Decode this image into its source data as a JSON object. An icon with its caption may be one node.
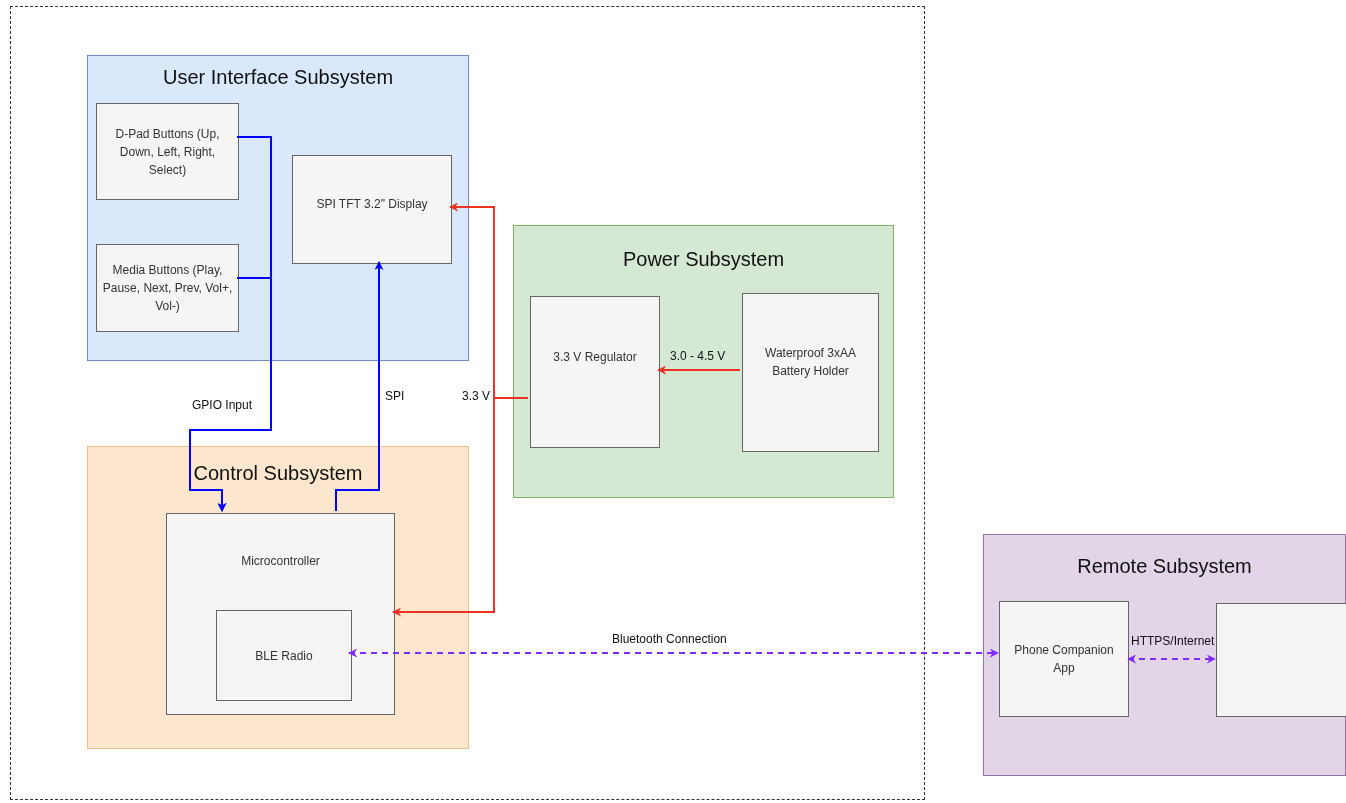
{
  "diagram": {
    "nodes": [
      {
        "text": [],
        "shape": "box"
      },
      {
        "text": [
          "User Interface Subsystem"
        ],
        "in": 0
      },
      {
        "text": [
          "D-Pad Buttons (Up, Down, Left, Right, Select)"
        ],
        "in": 1
      },
      {
        "text": [
          "Media Buttons (Play, Pause, Next, Prev, Vol+, Vol-)"
        ],
        "in": 1
      },
      {
        "text": [
          "SPI TFT 3.2\" Display"
        ],
        "in": 1
      },
      {
        "text": [
          "Power Subsystem"
        ],
        "in": 0
      },
      {
        "text": [
          "3.3 V Regulator"
        ],
        "in": 5
      },
      {
        "text": [
          "Waterproof 3xAA Battery Holder"
        ],
        "in": 5
      },
      {
        "text": [
          "Control Subsystem"
        ],
        "in": 0
      },
      {
        "text": [
          "Microcontroller"
        ],
        "in": 8
      },
      {
        "text": [
          "BLE Radio"
        ],
        "in": 9
      },
      {
        "text": [
          "Remote Subsystem"
        ]
      },
      {
        "text": [
          "Phone Companion App"
        ],
        "in": 11
      },
      {
        "text": [],
        "shape": "box",
        "in": 11
      }
    ],
    "edges": [
      {
        "from": 2,
        "to": 9,
        "arrow": "to",
        "label": "GPIO Input",
        "color": "#0000ff"
      },
      {
        "from": 3,
        "to": 9,
        "arrow": "to",
        "color": "#0000ff"
      },
      {
        "from": 9,
        "to": 4,
        "arrow": "to",
        "label": "SPI",
        "color": "#0000ff"
      },
      {
        "from": 6,
        "to": 4,
        "arrow": "to",
        "label": "3.3 V",
        "color": "#ea3323"
      },
      {
        "from": 6,
        "to": 9,
        "arrow": "to",
        "color": "#ea3323"
      },
      {
        "from": 7,
        "to": 6,
        "arrow": "to",
        "label": "3.0 - 4.5 V",
        "color": "#ea3323"
      },
      {
        "from": 10,
        "to": 12,
        "arrow": "both",
        "label": "Bluetooth Connection",
        "style": "dashed",
        "color": "#7f2bff"
      },
      {
        "from": 12,
        "to": 13,
        "arrow": "both",
        "label": "HTTPS/Internet",
        "style": "dashed",
        "color": "#7f2bff"
      }
    ]
  }
}
